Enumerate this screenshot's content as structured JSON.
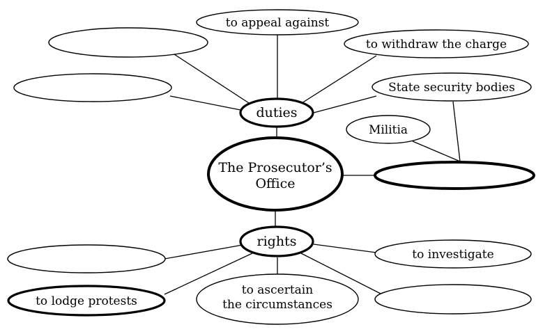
{
  "center": {
    "line1": "The Prosecutor’s",
    "line2": "Office"
  },
  "hubs": {
    "duties": "duties",
    "rights": "rights"
  },
  "duties_branches": {
    "appeal": "to appeal against",
    "withdraw": "to withdraw the charge",
    "blank_1": "",
    "blank_2": ""
  },
  "supervised_bodies": {
    "state_security": "State security bodies",
    "militia": "Militia",
    "blank_answer": ""
  },
  "rights_branches": {
    "investigate": "to investigate",
    "lodge_protests": "to lodge protests",
    "ascertain_line1": "to ascertain",
    "ascertain_line2": "the circumstances",
    "blank_1": "",
    "blank_2": ""
  }
}
